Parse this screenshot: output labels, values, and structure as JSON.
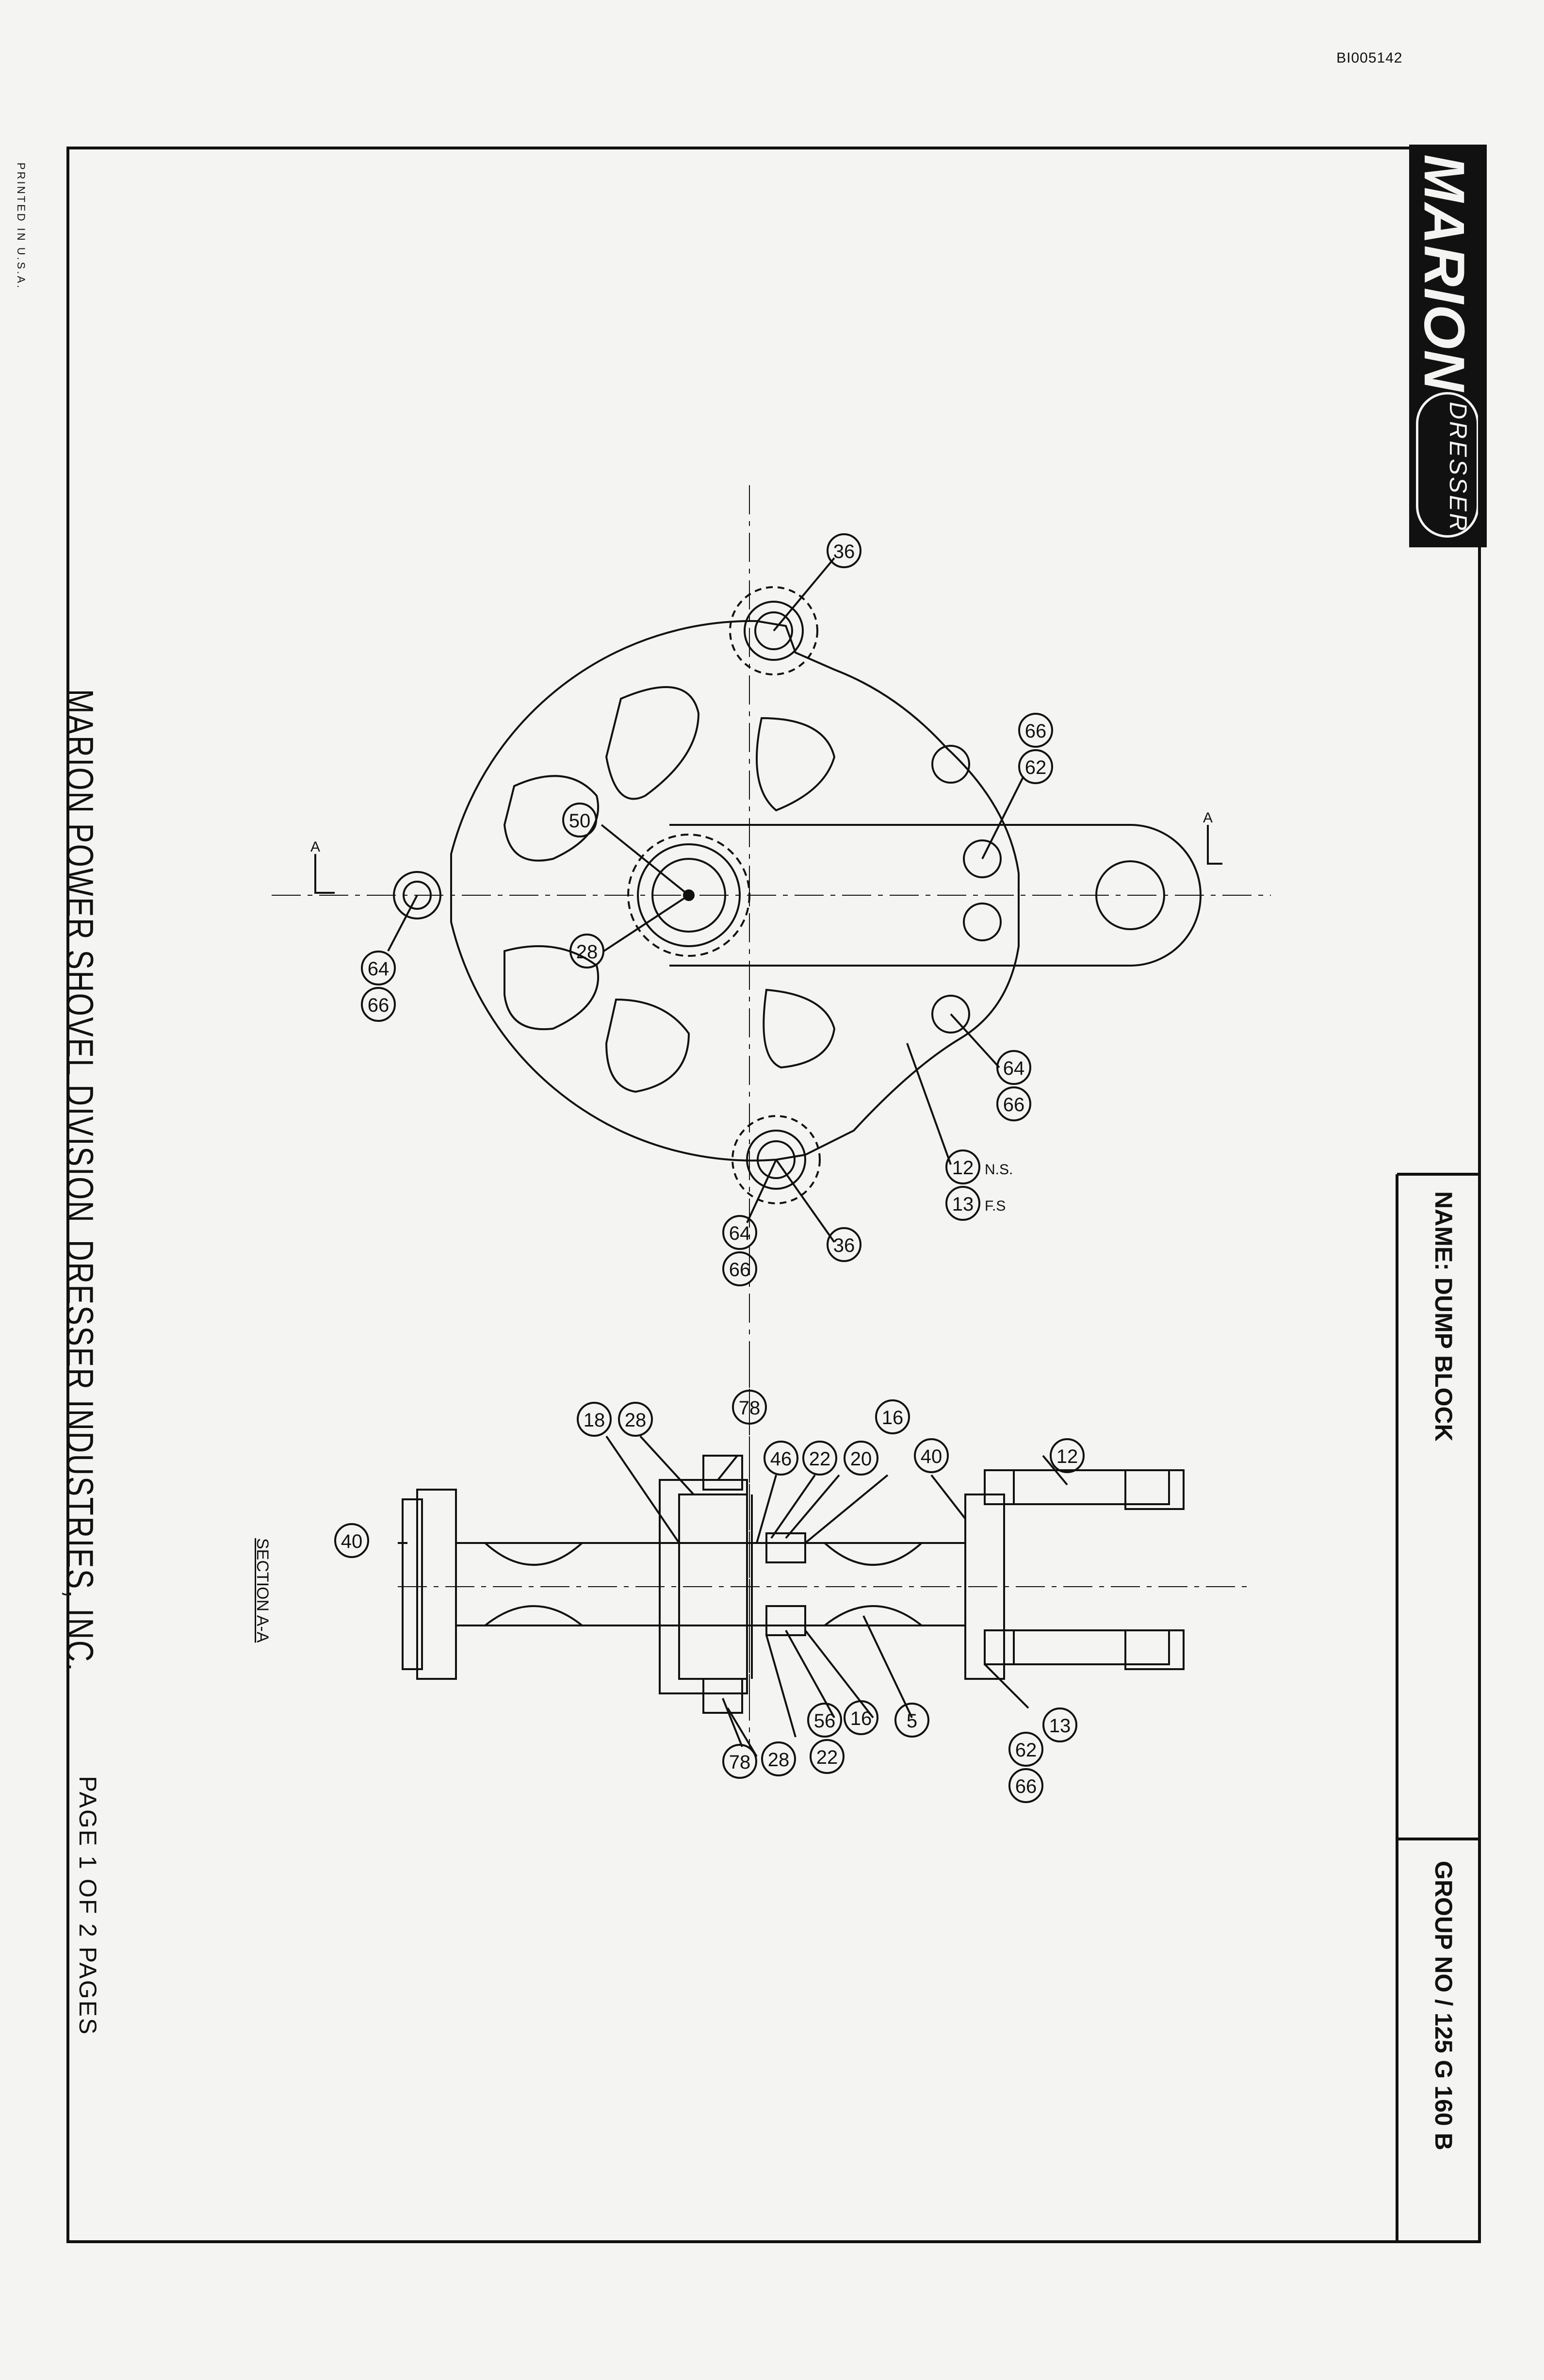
{
  "document": {
    "doc_id": "BI005142",
    "printed": "PRINTED IN U.S.A.",
    "footer_division": "MARION POWER SHOVEL DIVISION",
    "footer_company": "DRESSER INDUSTRIES, INC.",
    "page": "PAGE 1 OF 2 PAGES",
    "name_label": "NAME:",
    "name_value": "DUMP BLOCK",
    "group_label": "GROUP NO",
    "group_value": "125 G 160 B"
  },
  "brand": {
    "primary": "MARION",
    "secondary": "DRESSER"
  },
  "drawing": {
    "section_label": "SECTION A-A",
    "section_marker": "A",
    "front_view_balloons": [
      "36",
      "66",
      "62",
      "50",
      "28",
      "64",
      "66",
      "64",
      "66",
      "12",
      "13",
      "64",
      "66",
      "36"
    ],
    "part_notes": {
      "n12": "N.S.",
      "n13": "F.S"
    },
    "section_view_balloons": [
      "12",
      "40",
      "16",
      "20",
      "22",
      "46",
      "78",
      "28",
      "18",
      "40",
      "13",
      "5",
      "16",
      "56",
      "22",
      "28",
      "78",
      "62",
      "66"
    ]
  },
  "colors": {
    "paper": "#f4f4f2",
    "ink": "#111111"
  }
}
